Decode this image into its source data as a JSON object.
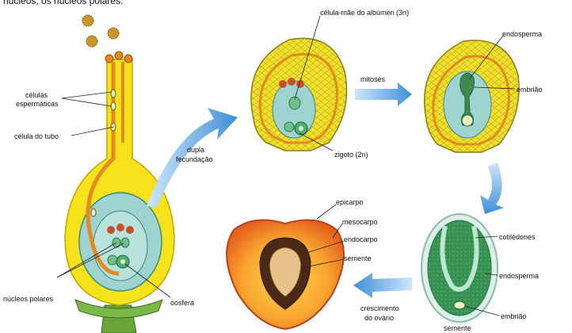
{
  "top_text": "núcleos, os núcleos polares.",
  "labels": {
    "sperm_cells_1": "células",
    "sperm_cells_2": "espermáticas",
    "tube_cell": "célula do tubo",
    "polar_nuclei": "núcleos polares",
    "oosphere": "oosfera",
    "double_fert_1": "dupla",
    "double_fert_2": "fecundação",
    "endosperm_mother": "célula-mãe do albúmen (3n)",
    "zygote": "zigoto (2n)",
    "mitoses": "mitoses",
    "endosperm_top": "endosperma",
    "embryo_top": "embrião",
    "cotyledons": "cotilédones",
    "endosperm_bottom": "endosperma",
    "embryo_bottom": "embrião",
    "seed_bottom": "semente",
    "epicarp": "epicarpo",
    "mesocarp": "mesocarpo",
    "endocarp": "endocarpo",
    "seed_fruit": "semente",
    "ovary_growth_1": "crescimento",
    "ovary_growth_2": "do ovário"
  },
  "colors": {
    "yellow": "#f7e21b",
    "orange": "#f08a1f",
    "teal": "#9fd3cf",
    "green": "#7ab84a",
    "arrow": "#3f8fd8",
    "nucleus": "#c8502a"
  }
}
